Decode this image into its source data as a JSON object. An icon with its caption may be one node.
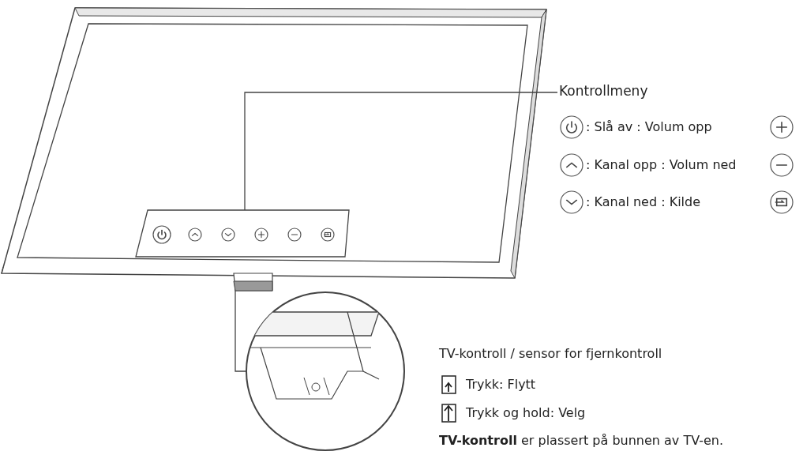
{
  "diagram": {
    "nodes": [
      {
        "text": [
          "Kontrollmeny"
        ]
      },
      {
        "text": [],
        "shape": "box"
      },
      {
        "text": [],
        "shape": "box"
      },
      {
        "text": [],
        "shape": "picture"
      }
    ],
    "edges": [
      {
        "from": 0,
        "to": 1,
        "arrow": "none"
      },
      {
        "from": 2,
        "to": 3,
        "arrow": "none"
      }
    ],
    "labels": [
      ": Slå av : Volum opp",
      ": Kanal opp : Volum ned",
      ": Kanal ned : Kilde",
      "TV-kontroll / sensor for fjernkontroll",
      "Trykk: Flytt",
      "Trykk og hold: Velg",
      "**TV-kontroll** er plassert på bunnen av TV-en."
    ]
  }
}
